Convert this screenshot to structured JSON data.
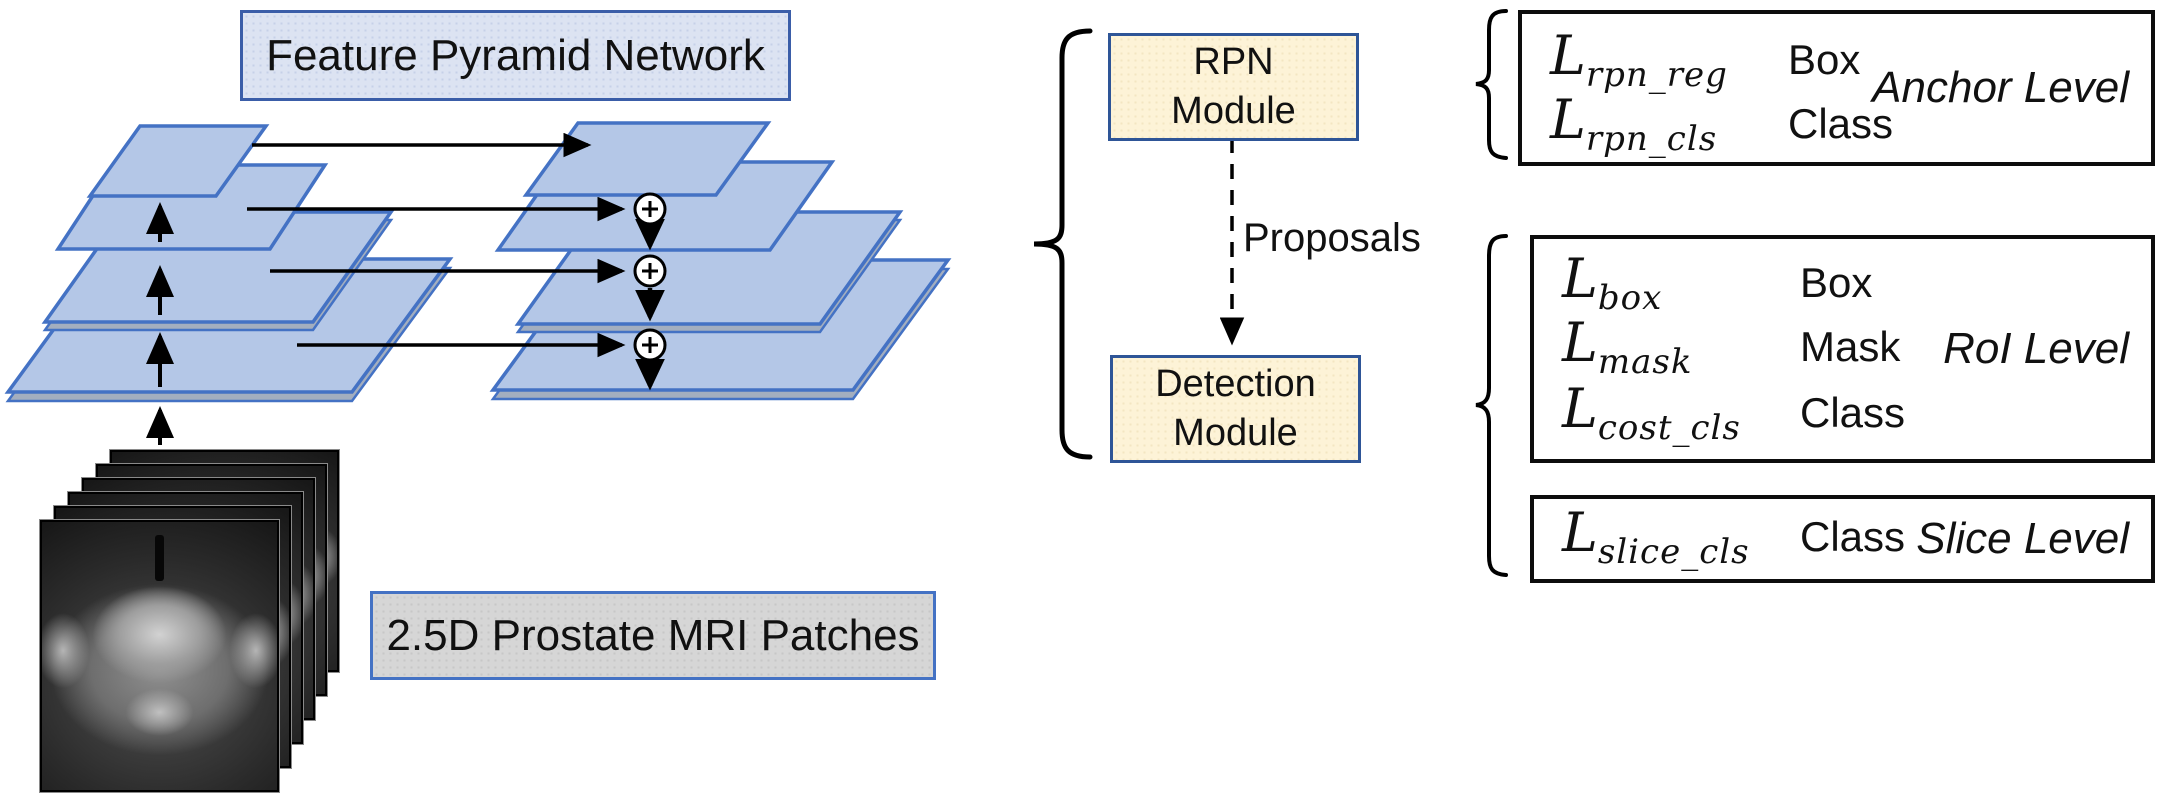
{
  "fpn": {
    "title": "Feature Pyramid Network"
  },
  "input": {
    "label": "2.5D Prostate MRI Patches"
  },
  "modules": {
    "rpn": {
      "line1": "RPN",
      "line2": "Module"
    },
    "detection": {
      "line1": "Detection",
      "line2": "Module"
    }
  },
  "proposals_label": "Proposals",
  "loss_groups": [
    {
      "id": "anchor",
      "level_label": "Anchor Level",
      "rows": [
        {
          "sym": "L",
          "sub": "rpn_reg",
          "target": "Box"
        },
        {
          "sym": "L",
          "sub": "rpn_cls",
          "target": "Class"
        }
      ]
    },
    {
      "id": "roi",
      "level_label": "RoI Level",
      "rows": [
        {
          "sym": "L",
          "sub": "box",
          "target": "Box"
        },
        {
          "sym": "L",
          "sub": "mask",
          "target": "Mask"
        },
        {
          "sym": "L",
          "sub": "cost_cls",
          "target": "Class"
        }
      ]
    },
    {
      "id": "slice",
      "level_label": "Slice Level",
      "rows": [
        {
          "sym": "L",
          "sub": "slice_cls",
          "target": "Class"
        }
      ]
    }
  ],
  "icons": {
    "merge": "plus-circle-merge-icon",
    "brace_main": "curly-brace",
    "arrow": "arrow"
  },
  "colors": {
    "accent_blue": "#4472c4",
    "layer_fill": "#b4c7e7",
    "layer_side": "#a3aebf",
    "title_fill": "#dce3f2",
    "title_border": "#3a5da8",
    "module_fill": "#fdf3d7",
    "module_border": "#2e5597",
    "label_fill": "#d6d6d6",
    "loss_border": "#0d0d0d"
  }
}
